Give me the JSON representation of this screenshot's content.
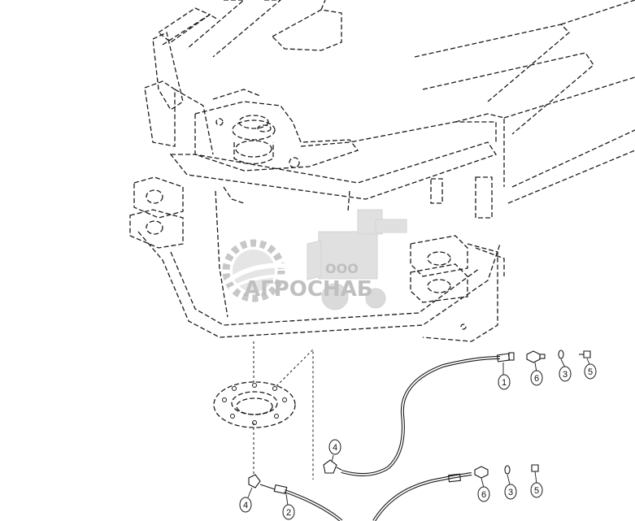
{
  "watermark": {
    "line1": "ООО",
    "line2": "АГРОСНАБ",
    "gear_color": "#9a9a9a",
    "text_color": "#8c8c8c"
  },
  "callouts": [
    {
      "id": "c-1",
      "label": "1"
    },
    {
      "id": "c-2",
      "label": "2"
    },
    {
      "id": "c-3a",
      "label": "3"
    },
    {
      "id": "c-3b",
      "label": "3"
    },
    {
      "id": "c-4a",
      "label": "4"
    },
    {
      "id": "c-4b",
      "label": "4"
    },
    {
      "id": "c-5a",
      "label": "5"
    },
    {
      "id": "c-5b",
      "label": "5"
    },
    {
      "id": "c-6a",
      "label": "6"
    },
    {
      "id": "c-6b",
      "label": "6"
    }
  ],
  "colors": {
    "line": "#1a1a1a",
    "background": "#ffffff"
  }
}
